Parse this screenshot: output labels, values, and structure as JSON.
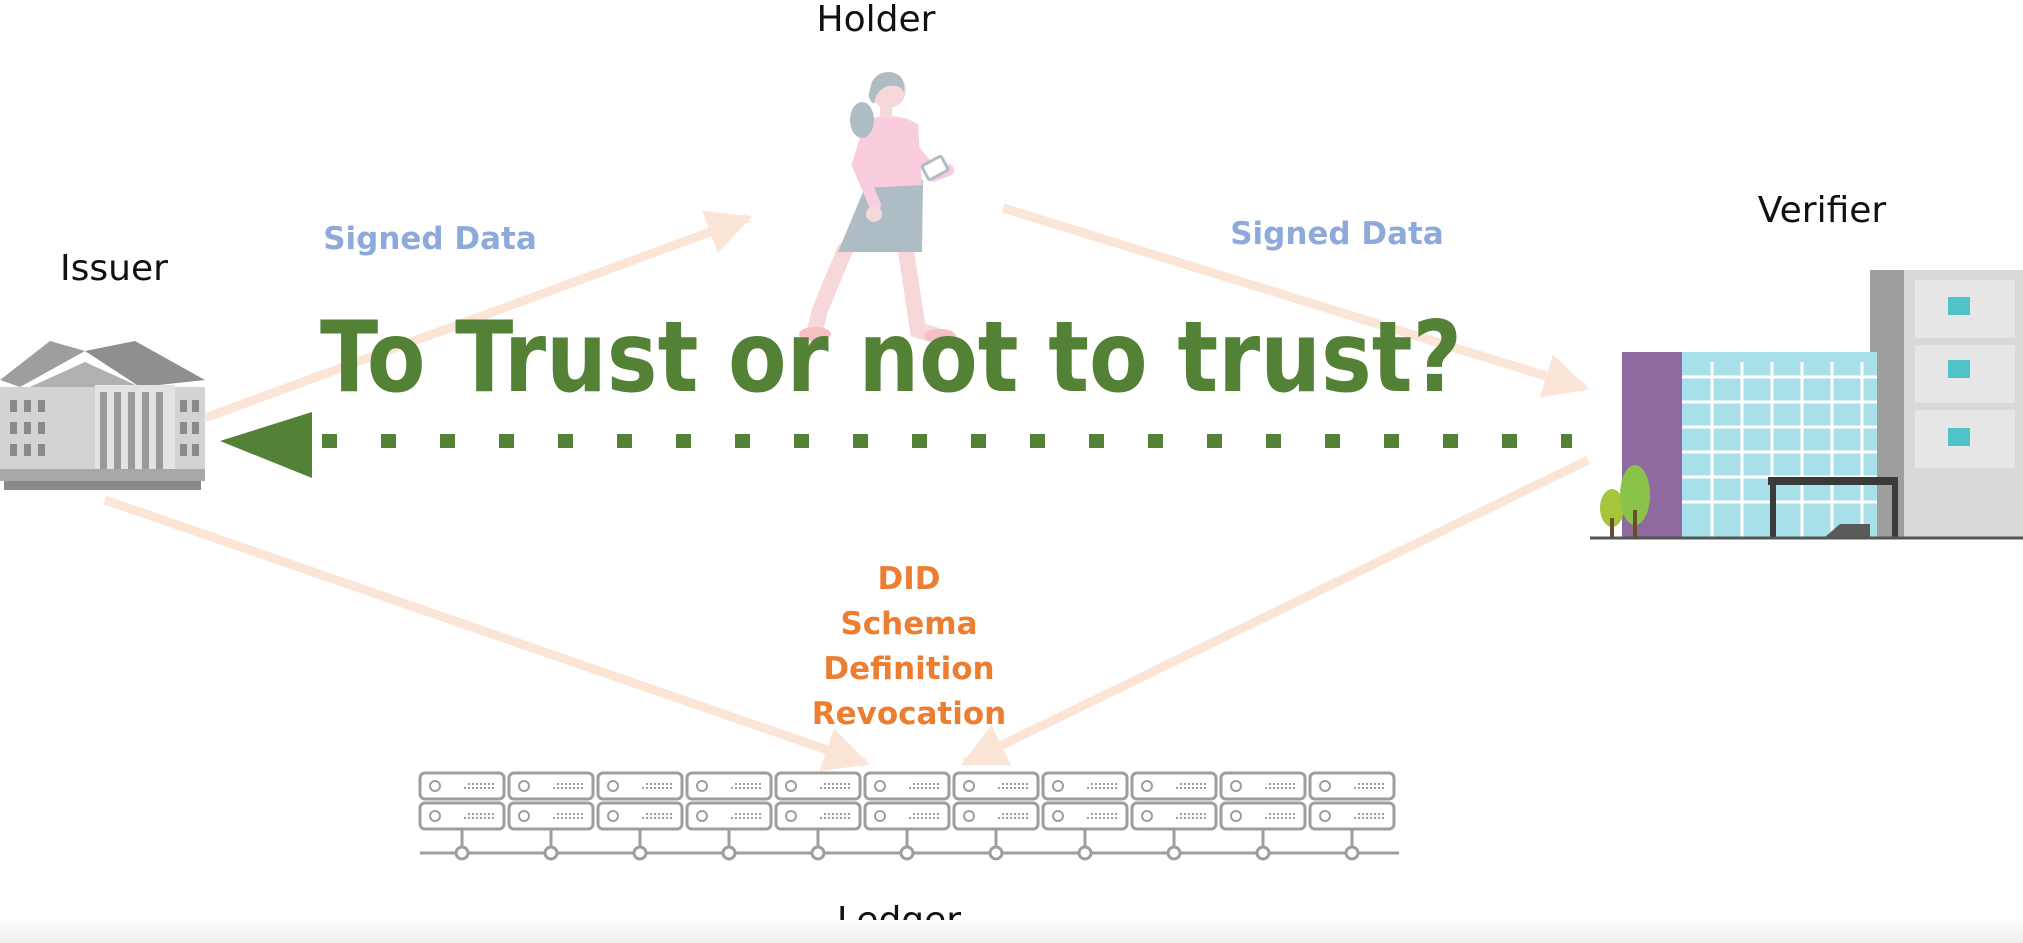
{
  "roles": {
    "holder": "Holder",
    "issuer": "Issuer",
    "verifier": "Verifier",
    "ledger": "Ledger"
  },
  "flows": {
    "issuer_to_holder": "Signed Data",
    "holder_to_verifier": "Signed Data"
  },
  "ledger_records": [
    "DID",
    "Schema",
    "Definition",
    "Revocation"
  ],
  "headline": "To Trust or not to trust?",
  "colors": {
    "flow_arrow": "#fbe5d6",
    "signed_label": "#8eaadb",
    "ledger_label": "#ed7d31",
    "trust": "#538135"
  },
  "icons": {
    "holder": "person-walking-with-phone-icon",
    "issuer": "bank-building-icon",
    "verifier": "office-building-icon",
    "ledger": "server-rack-network-icon"
  }
}
